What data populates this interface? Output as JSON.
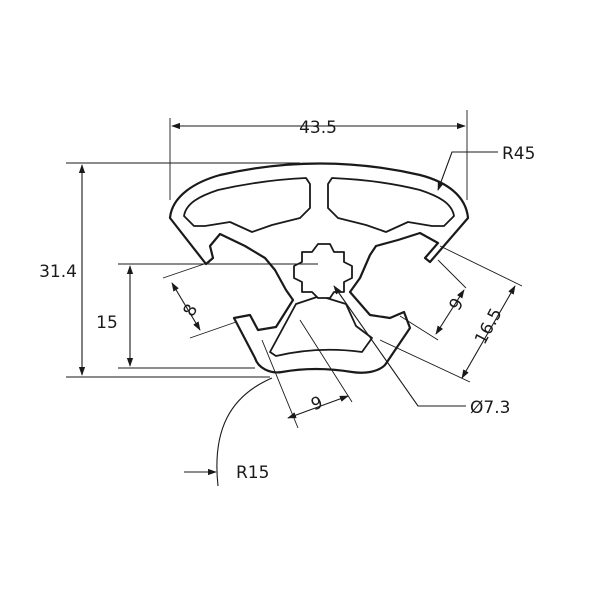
{
  "dimensions": {
    "width": "43.5",
    "outer_radius": "R45",
    "height": "31.4",
    "bore_height": "15",
    "slot_offset_left": "8",
    "slot_width_right": "9",
    "depth_right": "16.5",
    "slot_width_bottom": "9",
    "bore_diameter": "Ø7.3",
    "inner_radius": "R15"
  },
  "colors": {
    "line": "#1a1a1a",
    "background": "#ffffff"
  }
}
